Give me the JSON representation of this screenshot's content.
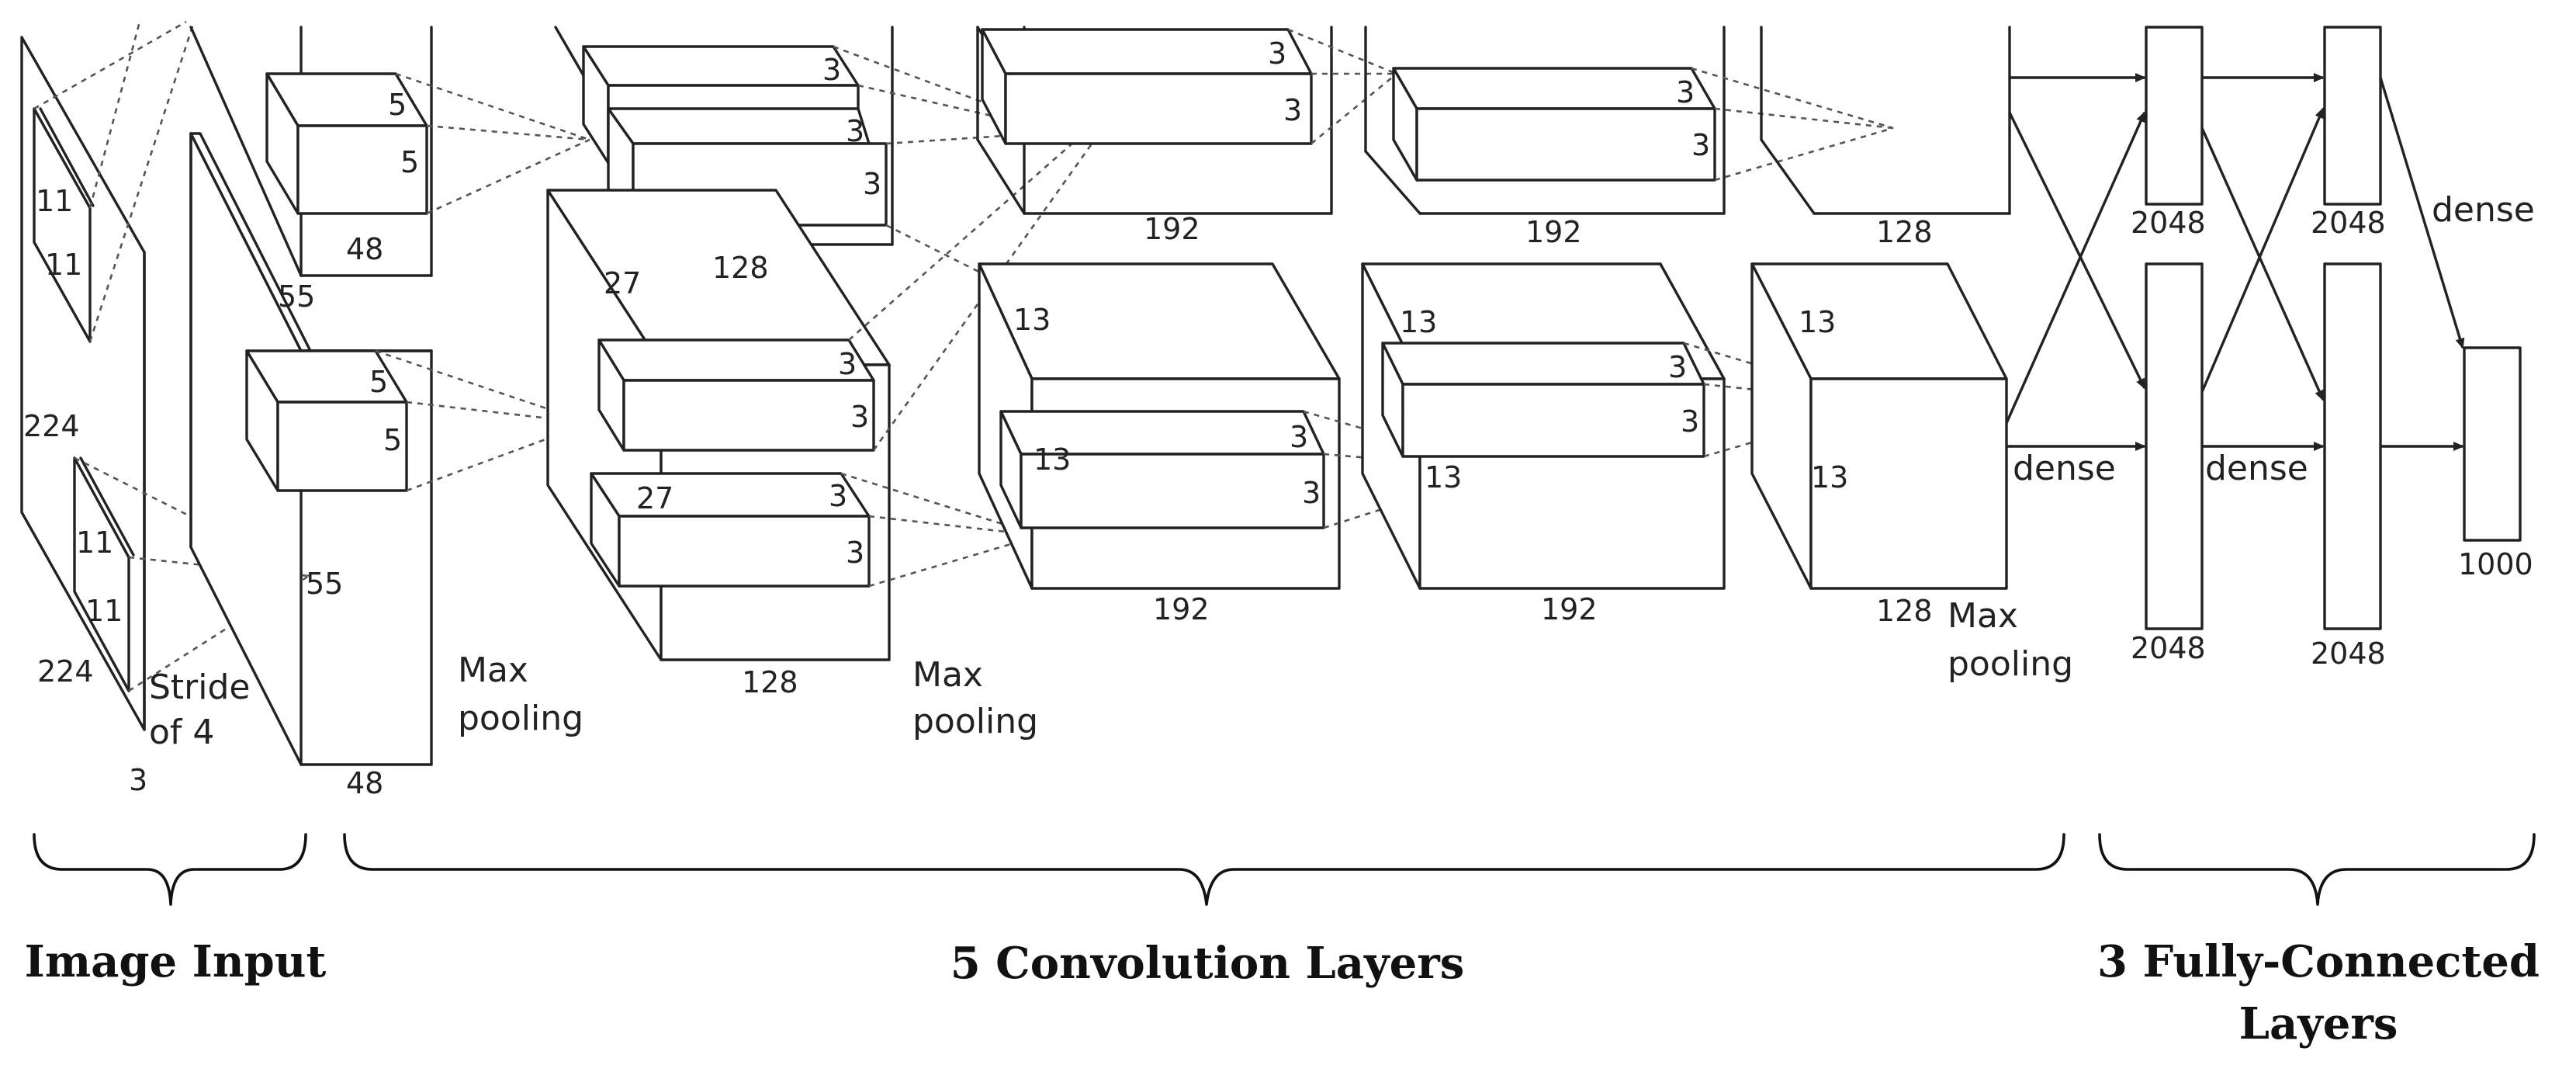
{
  "labels": {
    "input_kernel_a": "11",
    "input_kernel_b": "11",
    "input_kernel_c": "11",
    "input_kernel_d": "11",
    "input_height": "224",
    "input_width": "224",
    "input_depth": "3",
    "stride_line1": "Stride",
    "stride_line2": "of 4",
    "conv1_size_top": "55",
    "conv1_size_mid": "55",
    "conv1_k_top_a": "5",
    "conv1_k_top_b": "5",
    "conv1_k_bot_a": "5",
    "conv1_k_bot_b": "5",
    "conv1_depth_top": "48",
    "conv1_depth_bot": "48",
    "pool1_line1": "Max",
    "pool1_line2": "pooling",
    "conv2_size": "27",
    "conv2_size_b": "27",
    "conv2_k1": "3",
    "conv2_k2": "3",
    "conv2_k3": "3",
    "conv2_k4": "3",
    "conv2_k5": "3",
    "conv2_k6": "3",
    "conv2_k7": "3",
    "conv2_depth_top": "128",
    "conv2_depth_bot": "128",
    "pool2_line1": "Max",
    "pool2_line2": "pooling",
    "conv3_k1": "3",
    "conv3_k2": "3",
    "conv3_k3": "3",
    "conv3_k4": "3",
    "conv3_size": "13",
    "conv3_size_b": "13",
    "conv3_depth_top": "192",
    "conv3_depth_bot": "192",
    "conv4_k1": "3",
    "conv4_k2": "3",
    "conv4_k3": "3",
    "conv4_k4": "3",
    "conv4_size": "13",
    "conv4_size_b": "13",
    "conv4_depth_top": "192",
    "conv4_depth_bot": "192",
    "conv5_size": "13",
    "conv5_size_b": "13",
    "conv5_depth_top": "128",
    "conv5_depth_bot": "128",
    "pool3_line1": "Max",
    "pool3_line2": "pooling",
    "dense_a": "dense",
    "dense_b": "dense",
    "dense_c": "dense",
    "fc1_top": "2048",
    "fc1_bot": "2048",
    "fc2_top": "2048",
    "fc2_bot": "2048",
    "output_size": "1000"
  },
  "sections": {
    "input": "Image Input",
    "conv": "5 Convolution Layers",
    "fc_line1": "3 Fully-Connected",
    "fc_line2": "Layers"
  }
}
